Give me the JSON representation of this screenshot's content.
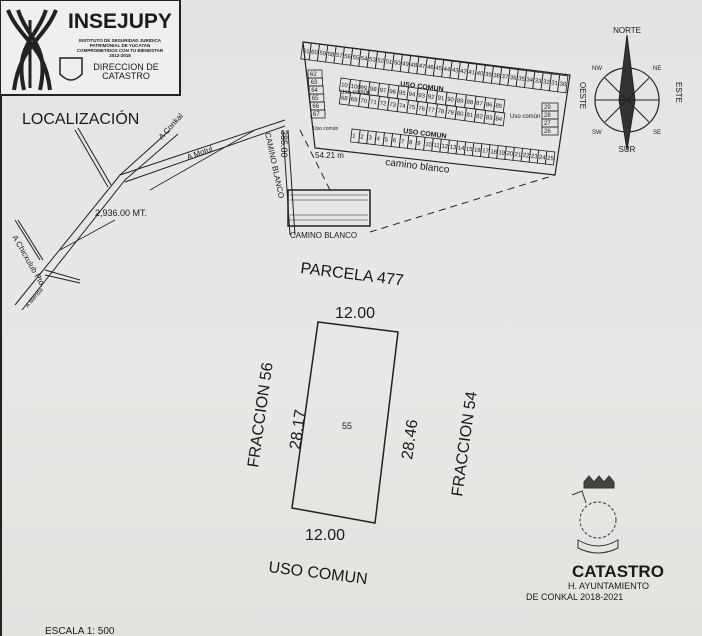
{
  "header": {
    "logo_text": "INSEJUPY",
    "institute_lines": [
      "INSTITUTO DE SEGURIDAD JURIDICA",
      "PATRIMONIAL DE YUCATAN",
      "COMPROMETIDOS CON TU BIENESTAR",
      "2012-2018"
    ],
    "department_line1": "DIRECCION DE",
    "department_line2": "CATASTRO"
  },
  "location_map": {
    "title": "LOCALIZACIÓN",
    "road_conkal": "A Conkal",
    "road_motul": "A Motul",
    "road_chicxulub": "A Chicxulub Pto.",
    "road_merida": "A Merida",
    "distance": "2,936.00 MT.",
    "distance_2": "385.00",
    "camino_vertical": "CAMINO BLANCO",
    "camino_bottom": "CAMINO BLANCO"
  },
  "subdivision": {
    "uso_comun_top": "USO COMUN",
    "uso_comun_mid": "USO COMUN",
    "uso_comun_label": "Uso común",
    "width_label": "54.21 m",
    "road_label": "camino blanco",
    "top_row": [
      "61",
      "60",
      "59",
      "58",
      "57",
      "56",
      "55",
      "54",
      "53",
      "52",
      "51",
      "50",
      "49",
      "48",
      "47",
      "46",
      "45",
      "44",
      "43",
      "42",
      "41",
      "40",
      "39",
      "38",
      "37",
      "36",
      "35",
      "34",
      "33",
      "32",
      "31",
      "30"
    ],
    "left_col": [
      "62",
      "63",
      "64",
      "65",
      "66",
      "67"
    ],
    "right_col": [
      "29",
      "28",
      "27",
      "26"
    ],
    "mid_upper": [
      "101",
      "100",
      "99",
      "98",
      "97",
      "96",
      "95",
      "94",
      "93",
      "92",
      "91",
      "90",
      "89",
      "88",
      "87",
      "86",
      "85"
    ],
    "mid_lower": [
      "68",
      "69",
      "70",
      "71",
      "72",
      "73",
      "74",
      "75",
      "76",
      "77",
      "78",
      "79",
      "80",
      "81",
      "82",
      "83",
      "84"
    ],
    "bottom_row": [
      "1",
      "2",
      "3",
      "4",
      "5",
      "6",
      "7",
      "8",
      "9",
      "10",
      "11",
      "12",
      "13",
      "14",
      "15",
      "16",
      "17",
      "18",
      "19",
      "20",
      "21",
      "22",
      "23",
      "24",
      "25"
    ],
    "highlighted_lot": "55"
  },
  "compass": {
    "north": "NORTE",
    "south": "SUR",
    "east": "ESTE",
    "west": "OESTE",
    "nw": "NW",
    "ne": "NE",
    "sw": "SW",
    "se": "SE"
  },
  "parcel": {
    "title": "PARCELA 477",
    "top": "12.00",
    "bottom": "12.00",
    "left": "28.17",
    "right": "28.46",
    "lot_number": "55",
    "west_neighbor": "FRACCION 56",
    "east_neighbor": "FRACCION 54",
    "south_neighbor": "USO COMUN"
  },
  "stamp": {
    "title": "CATASTRO",
    "line1": "H. AYUNTAMIENTO",
    "line2": "DE CONKAL 2018-2021"
  },
  "scale": "ESCALA 1: 500"
}
